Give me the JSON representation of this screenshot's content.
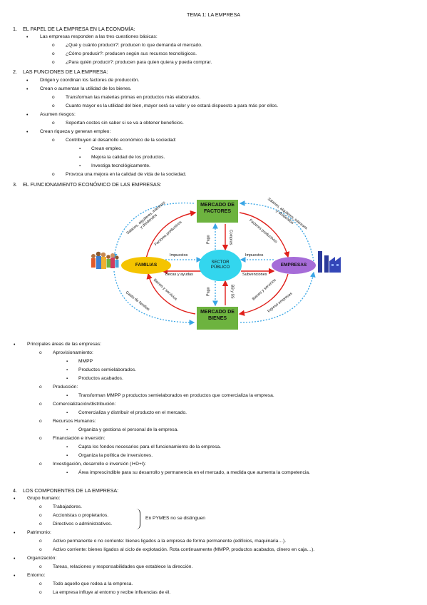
{
  "title": "TEMA 1: LA EMPRESA",
  "s1": {
    "heading": "1.    EL PAPEL DE LA EMPRESA EN LA ECONOMÍA:",
    "b1": "Las empresas responden a las tres cuestiones básicas:",
    "o1": "¿Qué y cuánto producir?: producen lo que demanda el mercado.",
    "o2": "¿Cómo producir?: producen según sus recursos tecnológicos.",
    "o3": "¿Para quién producir?: producen para quien quiera y pueda comprar."
  },
  "s2": {
    "heading": "2.    LAS FUNCIONES DE LA EMPRESA:",
    "b1": "Dirigen y coordinan los factores de producción.",
    "b2": "Crean o aumentan la utilidad de los bienes.",
    "o1": "Transforman las materias primas en productos más elaborados.",
    "o2": "Cuanto mayor es la utilidad del bien, mayor será su valor y se estará dispuesto a para más por ellos.",
    "b3": "Asumen riesgos:",
    "o3": "Soportan costes sin saber si se va a obtener beneficios.",
    "b4": "Crean riqueza y generan empleo:",
    "o4": "Contribuyen al desarrollo económico de la sociedad:",
    "q1": "Crean empleo.",
    "q2": "Mejora la calidad de los productos.",
    "q3": "Investiga tecnológicamente.",
    "o5": "Provoca una mejora en la calidad de vida de la sociedad."
  },
  "s3": {
    "heading": "3.    EL FUNCIONAMIENTO ECONÓMICO DE LAS EMPRESAS:"
  },
  "diagram": {
    "mercado_factores": "MERCADO DE FACTORES",
    "mercado_bienes": "MERCADO DE BIENES",
    "familias": "FAMILIAS",
    "sector_publico": "SECTOR PÚBLICO",
    "empresas": "EMPRESAS",
    "lbl_salarios_left": "Salarios, alquileres, intereses y dividendos",
    "lbl_factores_left": "Factores productivos",
    "lbl_salarios_right": "Salarios, alquileres, intereses y dividendos",
    "lbl_factores_right": "Factores productivos",
    "lbl_impuestos_left": "Impuestos",
    "lbl_becas": "Becas y ayudas",
    "lbl_impuestos_right": "Impuestos",
    "lbl_subvenciones": "Subvenciones",
    "lbl_pago_top": "Pago",
    "lbl_compras": "Compras",
    "lbl_pago_bottom": "Pago",
    "lbl_bbss": "BB y SS",
    "lbl_bienes_left": "Bienes y servicios",
    "lbl_gasto": "Gasto de familias",
    "lbl_bienes_right": "Bienes y servicios",
    "lbl_ingresos": "Ingreso empresas",
    "colors": {
      "green": "#6db33f",
      "yellow": "#f5c400",
      "cyan": "#33d6ee",
      "purple": "#a66cd8",
      "red": "#e0201b",
      "blue_dotted": "#3aa6e6"
    }
  },
  "areas": {
    "b1": "Principales áreas de las empresas:",
    "aprov": "Aprovisionamiento:",
    "aprov1": "MMPP",
    "aprov2": "Productos semielaborados.",
    "aprov3": "Productos acabados.",
    "prod": "Producción:",
    "prod1": "Transforman MMPP p productos semielaborados en productos que comercializa la empresa.",
    "com": "Comercialización/distribución:",
    "com1": "Comercializa y distribuir el producto en el mercado.",
    "rrhh": "Recursos Humanos:",
    "rrhh1": "Organiza y gestiona el personal de la empresa.",
    "fin": "Financiación e inversión:",
    "fin1": "Capta los fondos necesarios para el funcionamiento de la empresa.",
    "fin2": "Organiza la política de inversiones.",
    "idi": "Investigación, desarrollo e inversión (I+D+I):",
    "idi1": "Área imprescindible para su desarrollo y permanencia en el mercado, a medida que aumenta la competencia."
  },
  "s4": {
    "heading": "4.    LOS COMPONENTES DE LA EMPRESA:",
    "gh": "Grupo humano:",
    "gh1": "Trabajadores.",
    "gh2": "Accionistas o propietarios.",
    "gh3": "Directivos o administrativos.",
    "pymes": "En PYMES no se distinguen",
    "pat": "Patrimonio:",
    "pat1": "Activo permanente o no corriente: bienes ligados a la empresa de forma permanente (edificios, maquinaria…).",
    "pat2": "Activo corriente: bienes ligados al ciclo de explotación. Rota continuamente (MMPP, productos acabados, dinero en caja…).",
    "org": "Organización:",
    "org1": "Tareas, relaciones y responsabilidades que establece la dirección.",
    "ent": "Entorno:",
    "ent1": "Todo aquello que rodea a la empresa.",
    "ent2": "La empresa influye al entorno y recibe influencias de él."
  }
}
